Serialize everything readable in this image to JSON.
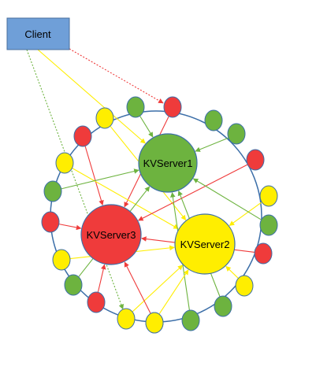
{
  "client": {
    "label": "Client",
    "fill": "#6f9fd8",
    "stroke": "#4a6f9c"
  },
  "servers": [
    {
      "id": "kvserver1",
      "label": "KVServer1",
      "fill": "#6db33f"
    },
    {
      "id": "kvserver2",
      "label": "KVServer2",
      "fill": "#ffee00"
    },
    {
      "id": "kvserver3",
      "label": "KVServer3",
      "fill": "#ef3b3b"
    }
  ],
  "ring": {
    "stroke": "#3b6ea8"
  },
  "nodes": [
    {
      "id": "n1",
      "color": "green",
      "target": "kvserver1"
    },
    {
      "id": "n2",
      "color": "red",
      "target": "kvserver3"
    },
    {
      "id": "n3",
      "color": "yellow",
      "target": "kvserver2"
    },
    {
      "id": "n4",
      "color": "green",
      "target": null
    },
    {
      "id": "n5",
      "color": "red",
      "target": "kvserver3"
    },
    {
      "id": "n6",
      "color": "green",
      "target": "kvserver1"
    },
    {
      "id": "n7",
      "color": "yellow",
      "target": "kvserver2"
    },
    {
      "id": "n8",
      "color": "red",
      "target": "kvserver3"
    },
    {
      "id": "n9",
      "color": "green",
      "target": "kvserver1"
    },
    {
      "id": "n10",
      "color": "yellow",
      "target": "kvserver2"
    },
    {
      "id": "n11",
      "color": "red",
      "target": "kvserver3"
    },
    {
      "id": "n12",
      "color": "green",
      "target": "kvserver1"
    },
    {
      "id": "n13",
      "color": "yellow",
      "target": "kvserver2"
    },
    {
      "id": "n14",
      "color": "red",
      "target": "kvserver3"
    },
    {
      "id": "n15",
      "color": "green",
      "target": "kvserver1"
    },
    {
      "id": "n16",
      "color": "yellow",
      "target": "kvserver2"
    },
    {
      "id": "n17",
      "color": "red",
      "target": "kvserver3"
    },
    {
      "id": "n18",
      "color": "green",
      "target": "kvserver1"
    },
    {
      "id": "n19",
      "color": "yellow",
      "target": "kvserver2"
    },
    {
      "id": "n20",
      "color": "red",
      "target": "kvserver3"
    },
    {
      "id": "n21",
      "color": "green",
      "target": "kvserver1"
    },
    {
      "id": "n22",
      "color": "yellow",
      "target": "kvserver2"
    }
  ],
  "client_links": [
    {
      "target": "n19",
      "color": "green"
    },
    {
      "target": "kvserver1",
      "color": "yellow"
    },
    {
      "target": "n2",
      "color": "red"
    }
  ],
  "colors": {
    "green": "#6db33f",
    "red": "#ef3b3b",
    "yellow": "#ffee00",
    "node_stroke": "#3b6ea8"
  }
}
